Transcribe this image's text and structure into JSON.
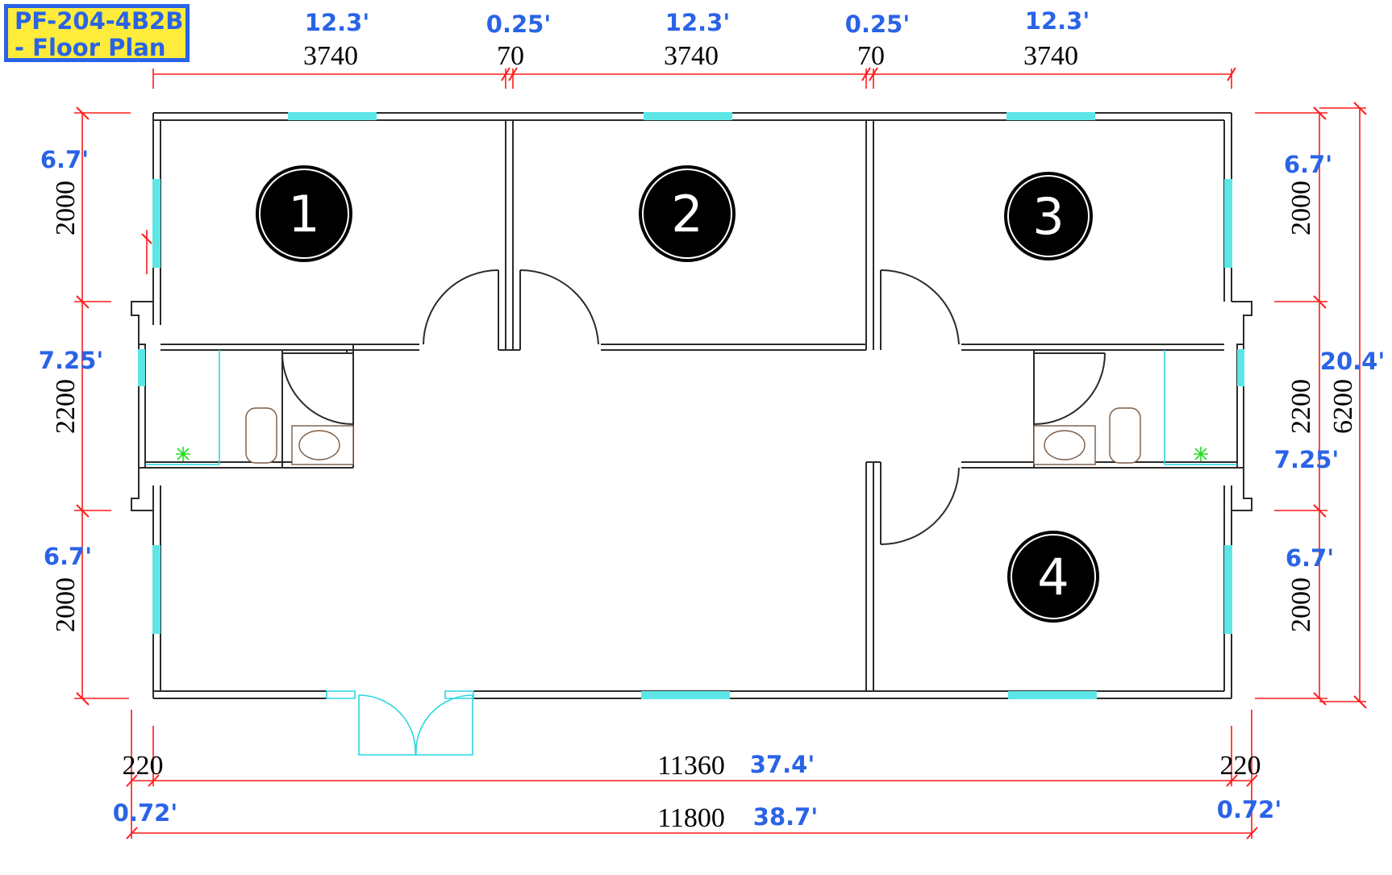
{
  "title": {
    "line1": "PF-204-4B2B",
    "line2": "- Floor Plan"
  },
  "colors": {
    "dimension_line": "#ff1a1a",
    "feet_label": "#2a63e6",
    "window": "#5ce6e6",
    "title_bg": "#ffeb3b"
  },
  "top_dims": [
    {
      "mm": "3740",
      "ft": "12.3'"
    },
    {
      "mm": "70",
      "ft": "0.25'"
    },
    {
      "mm": "3740",
      "ft": "12.3'"
    },
    {
      "mm": "70",
      "ft": "0.25'"
    },
    {
      "mm": "3740",
      "ft": "12.3'"
    }
  ],
  "left_dims": [
    {
      "mm": "2000",
      "ft": "6.7'"
    },
    {
      "mm": "2200",
      "ft": "7.25'"
    },
    {
      "mm": "2000",
      "ft": "6.7'"
    }
  ],
  "right_dims": [
    {
      "mm": "2000",
      "ft": "6.7'"
    },
    {
      "mm": "2200",
      "ft": "7.25'"
    },
    {
      "mm": "2000",
      "ft": "6.7'"
    }
  ],
  "right_total": {
    "mm": "6200",
    "ft": "20.4'"
  },
  "bottom_inner": {
    "left_mm": "220",
    "mm": "11360",
    "ft": "37.4'",
    "right_mm": "220"
  },
  "bottom_outer": {
    "left_ft": "0.72'",
    "mm": "11800",
    "ft": "38.7'",
    "right_ft": "0.72'"
  },
  "rooms": [
    "1",
    "2",
    "3",
    "4"
  ]
}
